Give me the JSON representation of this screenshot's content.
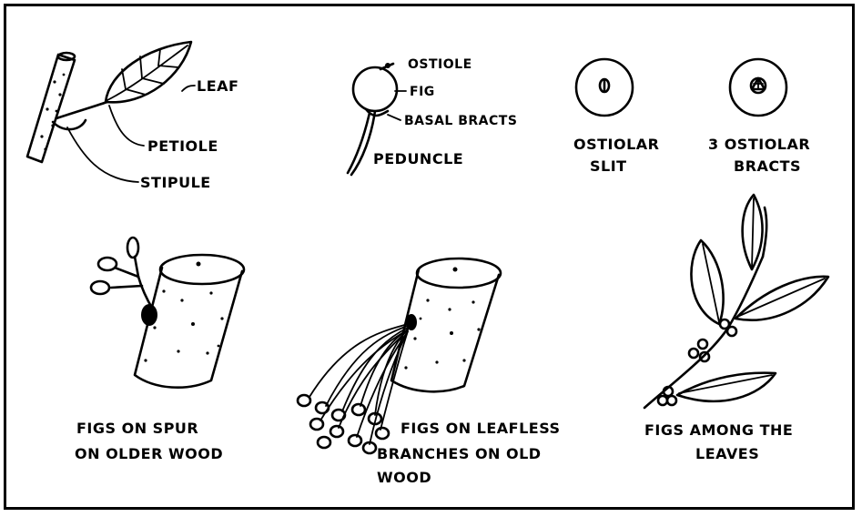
{
  "labels": {
    "leaf": "LEAF",
    "petiole": "PETIOLE",
    "stipule": "STIPULE",
    "ostiole": "OSTIOLE",
    "fig": "FIG",
    "basal_bracts": "BASAL BRACTS",
    "peduncle": "PEDUNCLE",
    "ostiolar_slit_line1": "OSTIOLAR",
    "ostiolar_slit_line2": "SLIT",
    "three_ostiolar_bracts_line1": "3 OSTIOLAR",
    "three_ostiolar_bracts_line2": "BRACTS",
    "figs_on_spur_line1": "FIGS ON SPUR",
    "figs_on_spur_line2": "ON OLDER WOOD",
    "figs_leafless_line1": "FIGS ON LEAFLESS",
    "figs_leafless_line2": "BRANCHES ON OLD",
    "figs_leafless_line3": "WOOD",
    "figs_among_line1": "FIGS AMONG THE",
    "figs_among_line2": "LEAVES"
  }
}
